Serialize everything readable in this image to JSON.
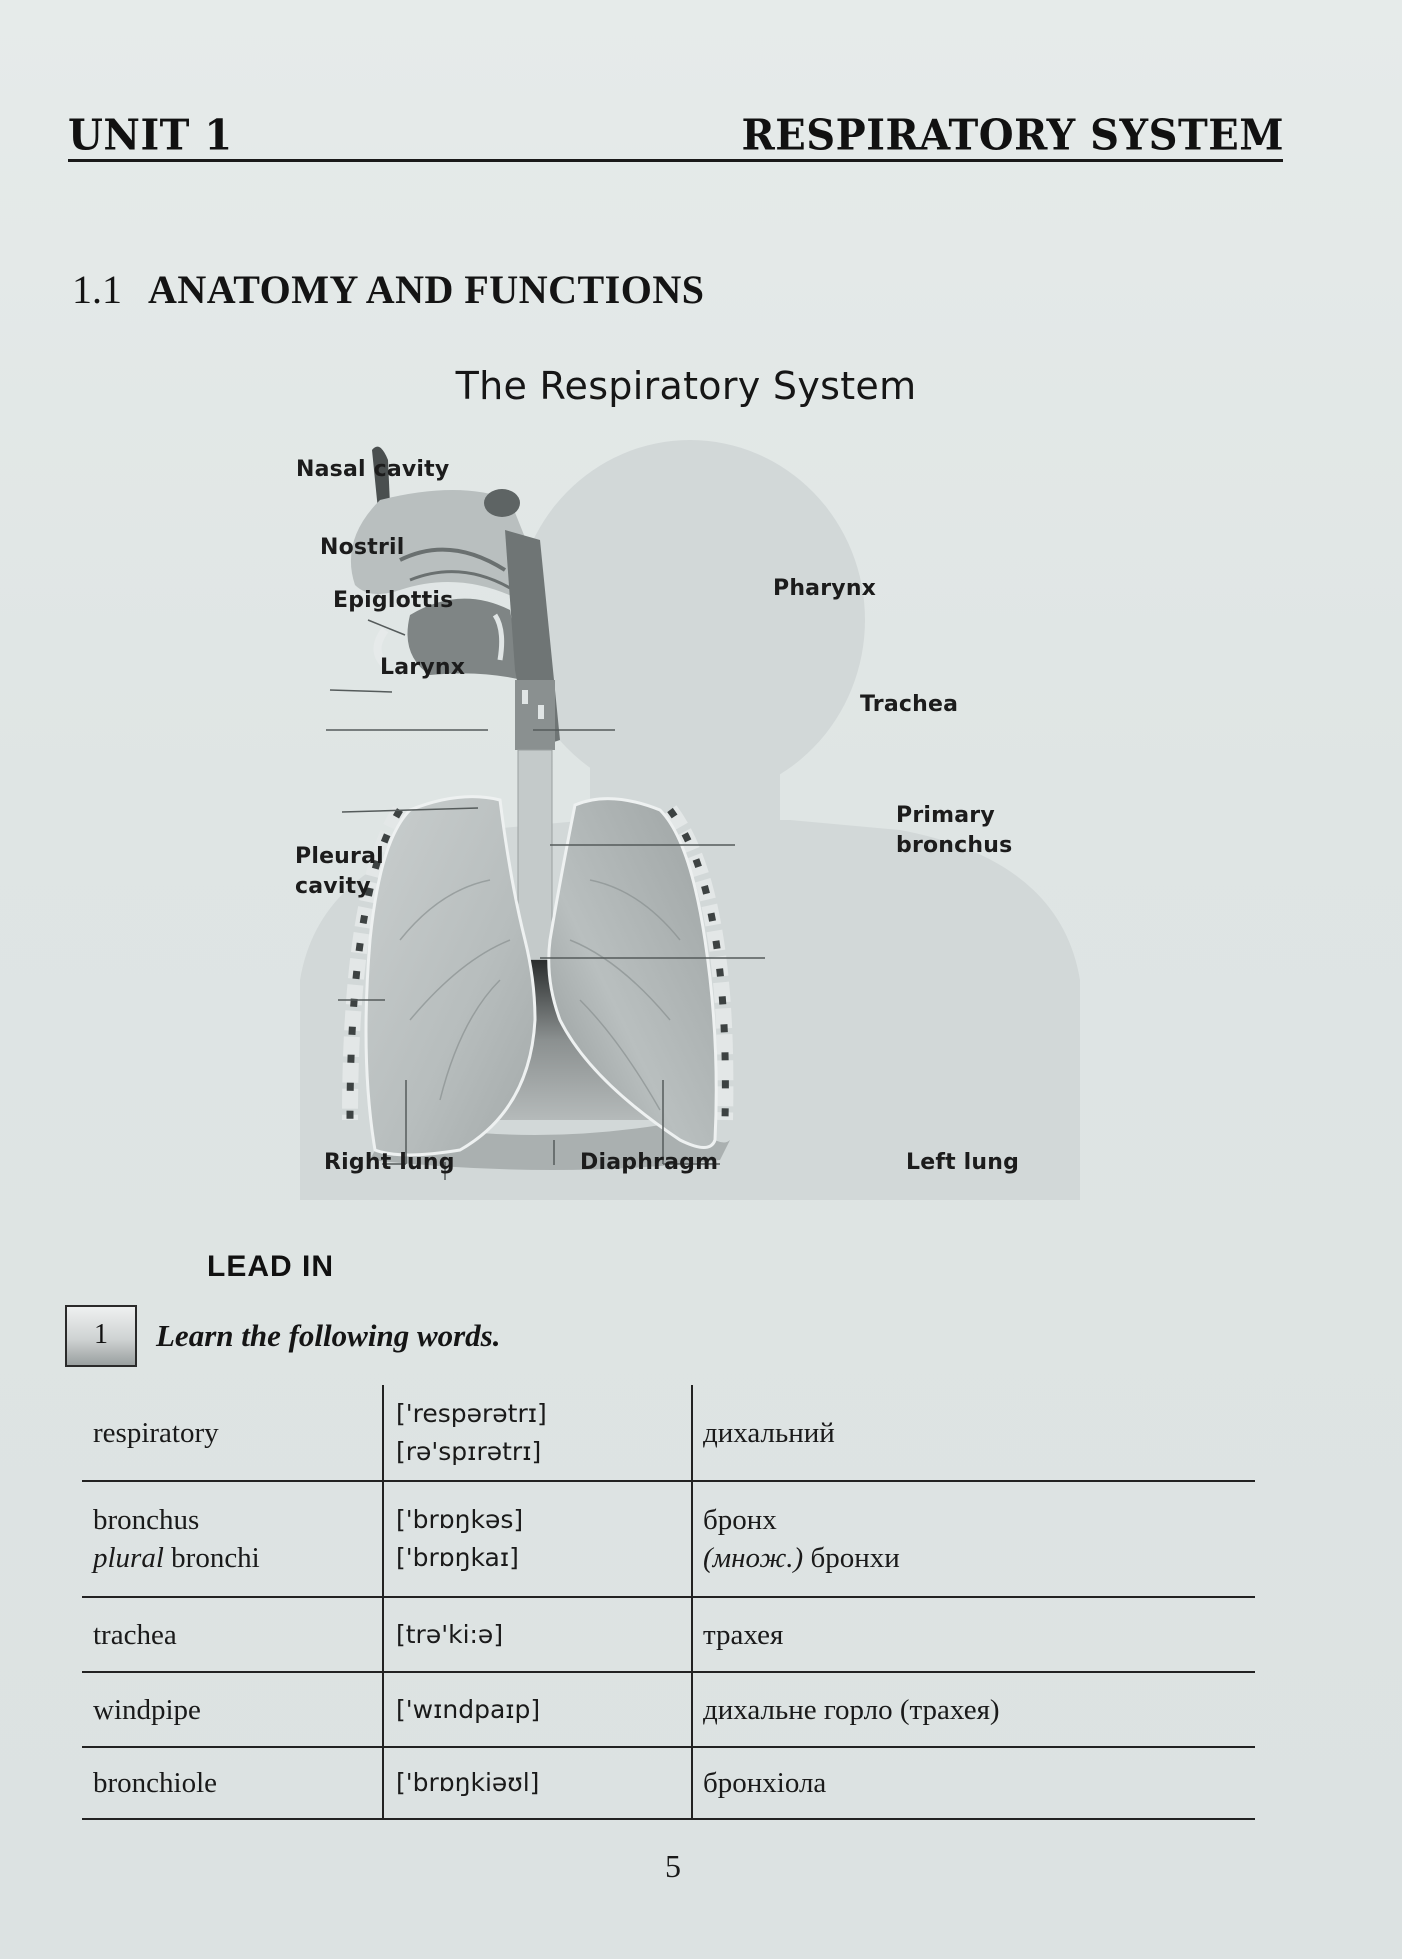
{
  "header": {
    "unit": "UNIT 1",
    "topic": "RESPIRATORY SYSTEM"
  },
  "section": {
    "number": "1.1",
    "title": "ANATOMY AND FUNCTIONS"
  },
  "figure": {
    "title": "The Respiratory System",
    "labels": {
      "nasal_cavity": "Nasal cavity",
      "nostril": "Nostril",
      "epiglottis": "Epiglottis",
      "larynx": "Larynx",
      "pharynx": "Pharynx",
      "trachea": "Trachea",
      "primary_bronchus_1": "Primary",
      "primary_bronchus_2": "bronchus",
      "pleural_cavity_1": "Pleural",
      "pleural_cavity_2": "cavity",
      "right_lung": "Right lung",
      "diaphragm": "Diaphragm",
      "left_lung": "Left lung"
    }
  },
  "lead_in": {
    "heading": "LEAD IN",
    "exercise_number": "1",
    "instruction": "Learn the following words."
  },
  "vocabulary": [
    {
      "term": "respiratory",
      "term_plural_label": "",
      "term_plural": "",
      "ipa": [
        "['respərətrɪ]",
        "[rə'spɪrətrɪ]"
      ],
      "translation": "дихальний",
      "translation_note": "",
      "translation_plural": ""
    },
    {
      "term": "bronchus",
      "term_plural_label": "plural",
      "term_plural": "bronchi",
      "ipa": [
        "['brɒŋkəs]",
        "['brɒŋkaɪ]"
      ],
      "translation": "бронх",
      "translation_note": "(множ.)",
      "translation_plural": "бронхи"
    },
    {
      "term": "trachea",
      "ipa": [
        "[trə'ki:ə]"
      ],
      "translation": "трахея"
    },
    {
      "term": "windpipe",
      "ipa": [
        "['wɪndpaɪp]"
      ],
      "translation": "дихальне горло (трахея)"
    },
    {
      "term": "bronchiole",
      "ipa": [
        "['brɒŋkiəʊl]"
      ],
      "translation": "бронхіола"
    }
  ],
  "page_number": "5"
}
